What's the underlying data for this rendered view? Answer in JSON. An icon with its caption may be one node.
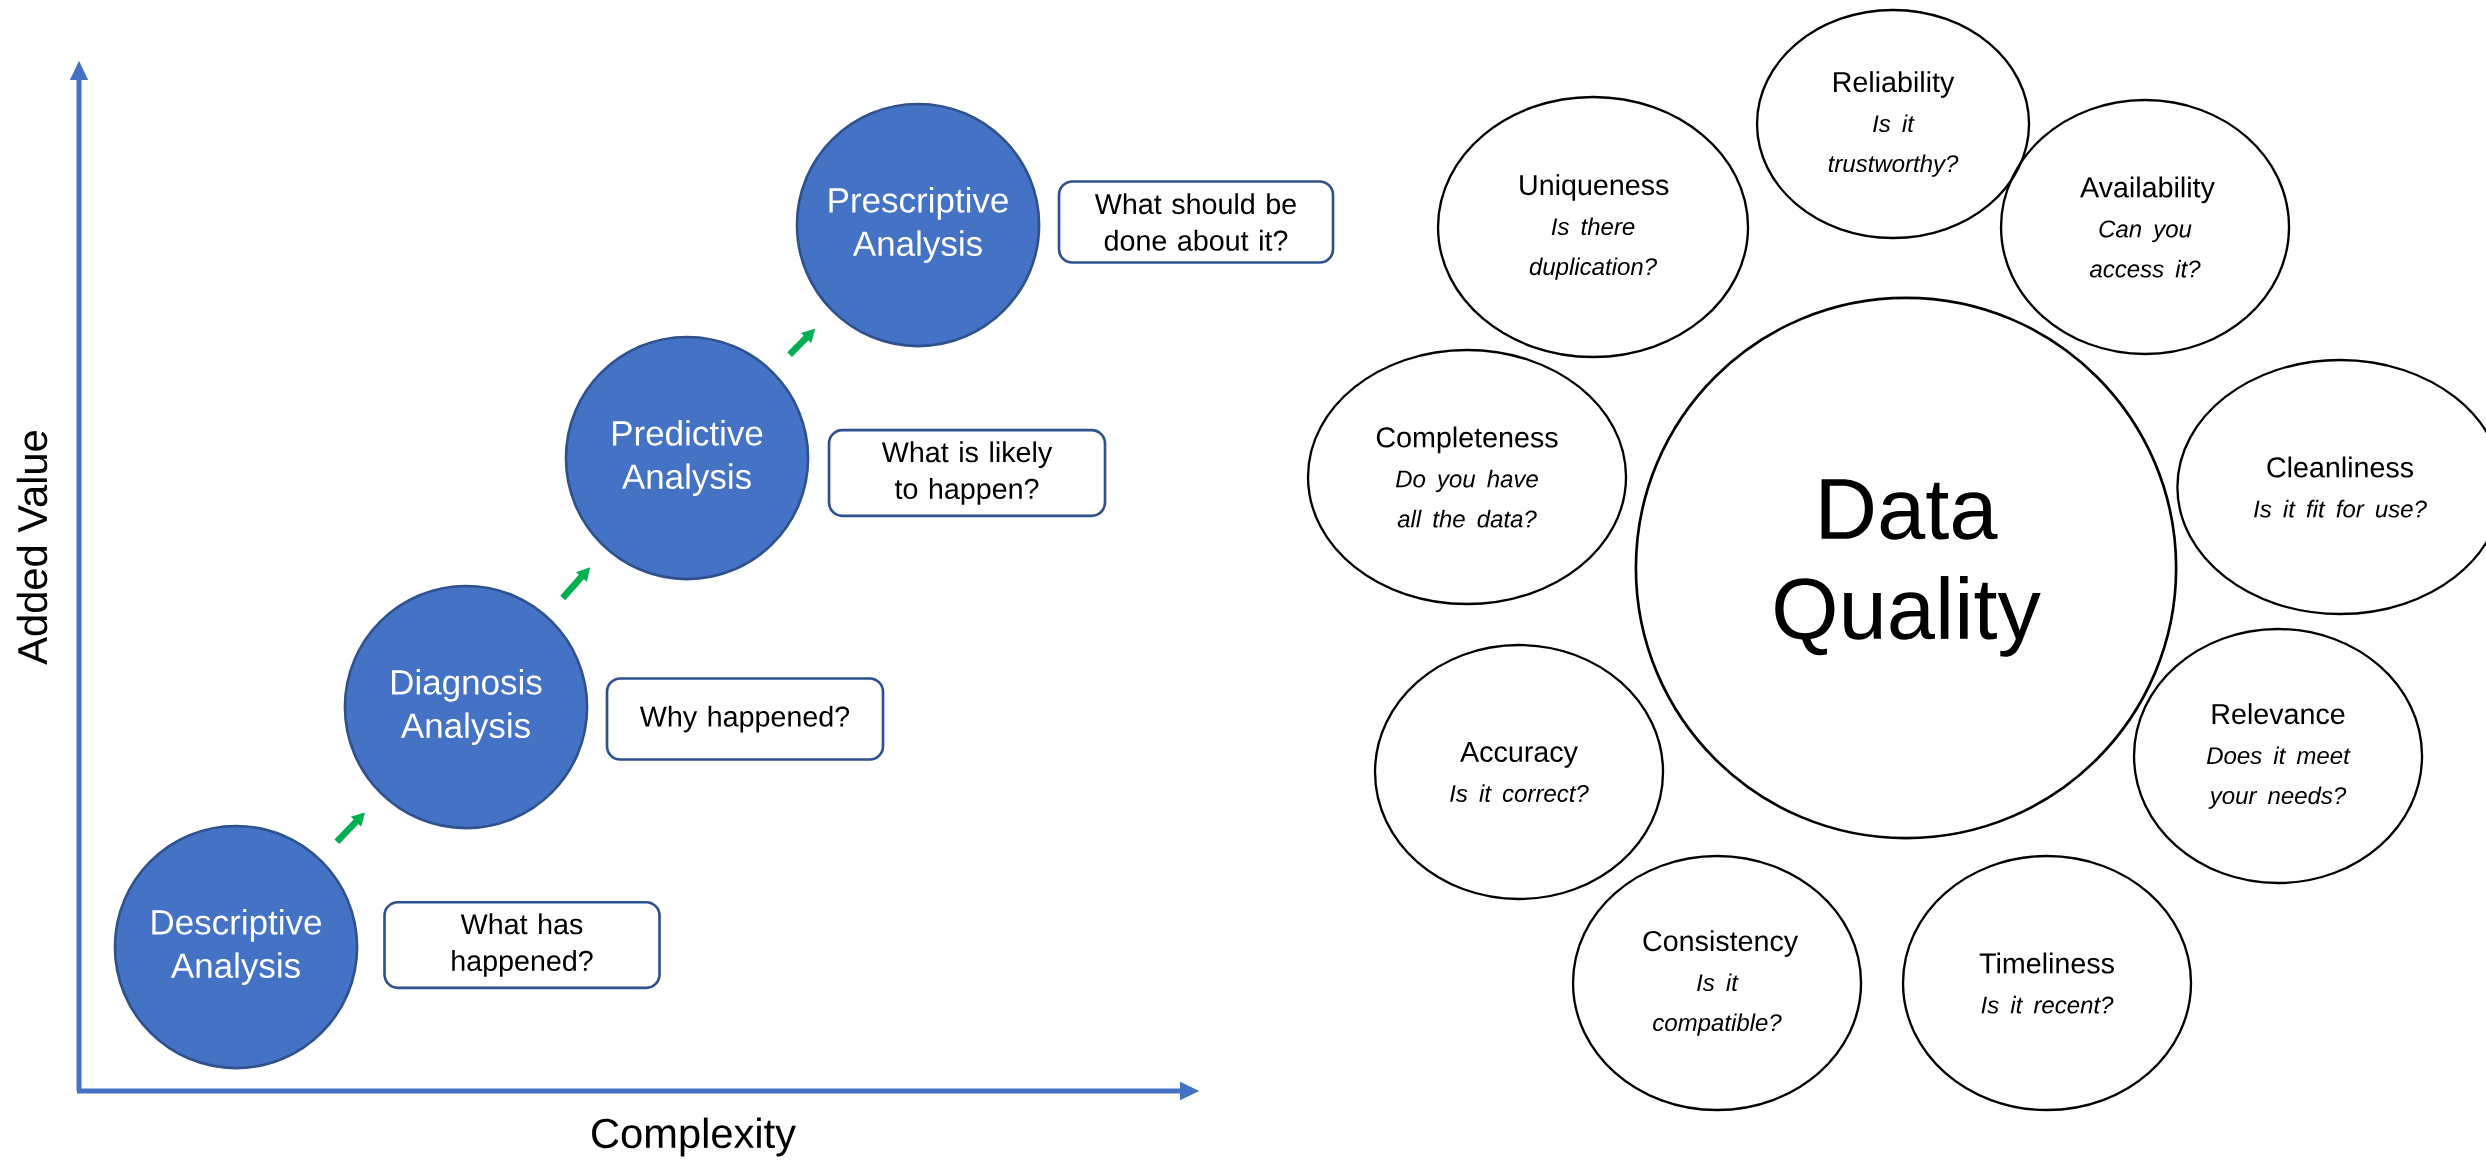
{
  "diagram": {
    "nodes": [
      {
        "text": [
          "Descriptive Analysis"
        ]
      },
      {
        "text": [
          "What has happened?"
        ]
      },
      {
        "text": [
          "Diagnosis Analysis"
        ]
      },
      {
        "text": [
          "Why happened?"
        ]
      },
      {
        "text": [
          "Predictive Analysis"
        ]
      },
      {
        "text": [
          "What is likely to happen?"
        ]
      },
      {
        "text": [
          "Prescriptive Analysis"
        ]
      },
      {
        "text": [
          "What should be done about it?"
        ]
      },
      {
        "text": [
          "Data Quality"
        ]
      },
      {
        "text": [
          "Reliability",
          "Is it trustworthy?"
        ]
      },
      {
        "text": [
          "Uniqueness",
          "Is there duplication?"
        ]
      },
      {
        "text": [
          "Availability",
          "Can you access it?"
        ]
      },
      {
        "text": [
          "Completeness",
          "Do you have all the data?"
        ]
      },
      {
        "text": [
          "Cleanliness",
          "Is it fit for use?"
        ]
      },
      {
        "text": [
          "Accuracy",
          "Is it correct?"
        ]
      },
      {
        "text": [
          "Relevance",
          "Does it meet your needs?"
        ]
      },
      {
        "text": [
          "Consistency",
          "Is it compatible?"
        ]
      },
      {
        "text": [
          "Timeliness",
          "Is it recent?"
        ]
      }
    ],
    "edges": [
      {
        "from": 0,
        "to": 2,
        "arrow": "to"
      },
      {
        "from": 2,
        "to": 4,
        "arrow": "to"
      },
      {
        "from": 4,
        "to": 6,
        "arrow": "to"
      }
    ],
    "labels": [
      "Added Value",
      "Complexity"
    ]
  }
}
